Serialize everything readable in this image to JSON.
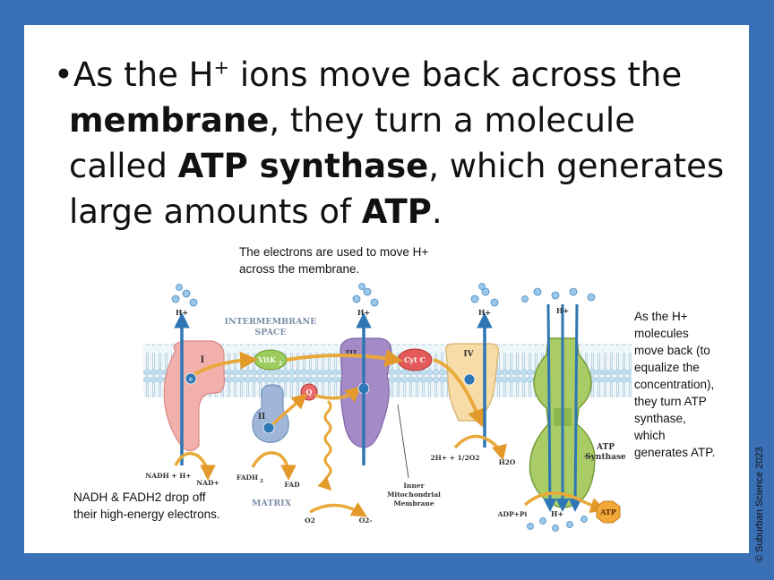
{
  "slide": {
    "bullet": {
      "mark": "•",
      "l1_a": "As the H",
      "l1_sup": "+",
      "l1_b": " ions move back across the",
      "l2_bold": "membrane",
      "l2_rest": ", they turn a molecule",
      "l3_a": "called ",
      "l3_bold": "ATP synthase",
      "l3_rest": ", which generates",
      "l4_a": "large amounts of ",
      "l4_bold": "ATP",
      "l4_rest": "."
    },
    "note_top": {
      "line1": "The electrons are used to move H+",
      "line2": "across the membrane."
    },
    "note_bottom": {
      "line1": "NADH & FADH2 drop off",
      "line2": "their high-energy electrons."
    },
    "note_right": {
      "lines": [
        "As the H+",
        "molecules",
        "move back (to",
        "equalize the",
        "concentration),",
        "they turn ATP",
        "synthase,",
        "which",
        "generates ATP."
      ]
    },
    "credit": "© Suburban Science 2023"
  },
  "diagram": {
    "region_top": [
      "INTERMEMBRANE",
      "SPACE"
    ],
    "region_bottom": "MATRIX",
    "complex_1": "I",
    "complex_2": "II",
    "complex_3": "III",
    "complex_4": "IV",
    "vitk2": "VitK",
    "vitk2_sub": "2",
    "cytc": "Cyt C",
    "q": "Q",
    "electron": "e",
    "electron_sup": "-",
    "h_plus": "H+",
    "nadh": "NADH + H+",
    "nad": "NAD+",
    "fadh2": "FADH",
    "fadh2_sub": "2",
    "fad": "FAD",
    "o2": "O2",
    "o2_minus": "O2-",
    "water_in": "2H+ + 1/2O2",
    "water_out": "H2O",
    "inner_membrane": [
      "Inner",
      "Mitochondrial",
      "Membrane"
    ],
    "atp_synthase": [
      "ATP",
      "Synthase"
    ],
    "adp_pi": "ADP+Pi",
    "atp": "ATP",
    "colors": {
      "membrane": "#a9cfe6",
      "complex1": "#f2b0ac",
      "complex2": "#9fb6d8",
      "complex3": "#a48bc8",
      "complex4": "#f7dca8",
      "synthase": "#a9cc66",
      "arrow": "#e9a93a",
      "hplus": "#4a8ac2"
    }
  }
}
